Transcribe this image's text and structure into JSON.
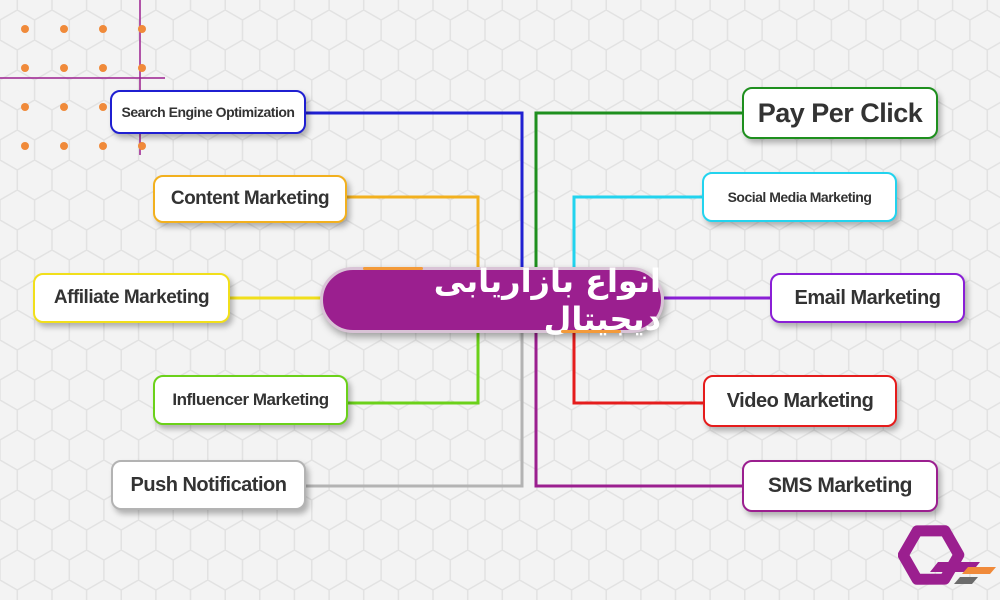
{
  "center": {
    "title": "انواع بازاریابی دیجیتال",
    "color": "#9b1f8f"
  },
  "left_nodes": [
    {
      "id": "seo",
      "label": "Search Engine Optimization",
      "color": "#1f1fd1"
    },
    {
      "id": "content",
      "label": "Content Marketing",
      "color": "#f2b01e"
    },
    {
      "id": "affiliate",
      "label": "Affiliate Marketing",
      "color": "#f1df1b"
    },
    {
      "id": "influencer",
      "label": "Influencer Marketing",
      "color": "#6bd11a"
    },
    {
      "id": "push",
      "label": "Push Notification",
      "color": "#b3b3b3"
    }
  ],
  "right_nodes": [
    {
      "id": "ppc",
      "label": "Pay Per Click",
      "color": "#1e8f1e"
    },
    {
      "id": "social",
      "label": "Social Media Marketing",
      "color": "#22d3ee"
    },
    {
      "id": "email",
      "label": "Email Marketing",
      "color": "#8a1fd6"
    },
    {
      "id": "video",
      "label": "Video Marketing",
      "color": "#e51c1c"
    },
    {
      "id": "sms",
      "label": "SMS Marketing",
      "color": "#9b1f8f"
    }
  ],
  "decor": {
    "dot_color": "#f08a3a",
    "accent": "#9b1f8f"
  }
}
